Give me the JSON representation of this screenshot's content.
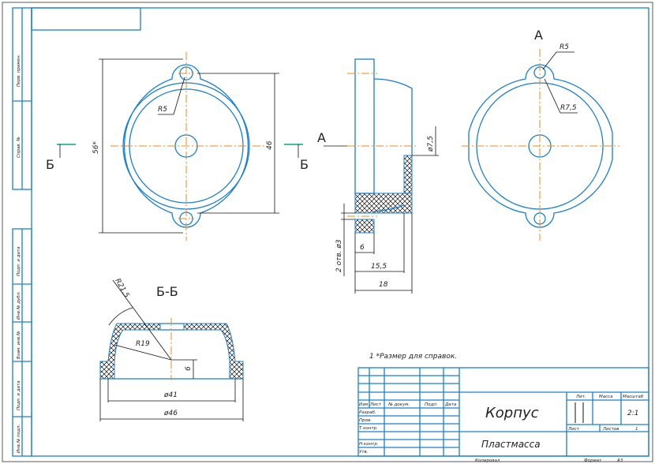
{
  "side_stamp": [
    "Перв. примен.",
    "Справ. №",
    "Подп. и дата",
    "Инв.№ дубл.",
    "Взам. инв.№",
    "Подп. и дата",
    "Инв.№ подл."
  ],
  "views": {
    "front": {
      "dim_height": "56*",
      "dim_inner": "46",
      "radius": "R5",
      "section_mark": "Б"
    },
    "side": {
      "view_arrow": "A",
      "dia": "ø7,5",
      "holes": "2 отв. ø3",
      "d6": "6",
      "d15": "15,5",
      "d18": "18"
    },
    "view_a": {
      "title": "A",
      "r5": "R5",
      "r75": "R7,5"
    },
    "section": {
      "title": "Б-Б",
      "r215": "R21,5",
      "r19": "R19",
      "h6": "6",
      "d41": "ø41",
      "d46": "ø46"
    }
  },
  "note": "1 *Размер для справок.",
  "title_block": {
    "headers": [
      "Изм.",
      "Лист",
      "№ докум.",
      "Подп.",
      "Дата"
    ],
    "rows": [
      "Разраб.",
      "Пров.",
      "Т.контр.",
      "",
      "Н.контр.",
      "Утв."
    ],
    "name": "Корпус",
    "material": "Пластмасса",
    "lit": "Лит.",
    "mass": "Масса",
    "scale_label": "Масштаб",
    "scale": "2:1",
    "sheet": "Лист",
    "sheets": "Листов",
    "sheets_count": "1",
    "copied": "Копировал",
    "format_label": "Формат",
    "format": "A3"
  }
}
